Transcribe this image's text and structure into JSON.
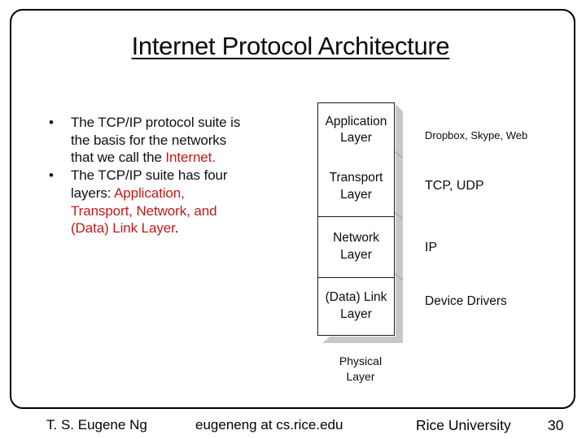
{
  "title": "Internet Protocol Architecture",
  "accent_red": "#c41818",
  "bullet_glyph": "•",
  "bullets": {
    "b1_l1": "The TCP/IP protocol suite is",
    "b1_l2": "the basis for the networks",
    "b1_l3a": "that we call the ",
    "b1_l3b": "Internet.",
    "b2_l1": "The TCP/IP suite has four",
    "b2_l2a": "layers: ",
    "b2_l2b": "Application,",
    "b2_l3": "Transport, Network, and",
    "b2_l4a": "(Data) Link Layer",
    "b2_l4b": "."
  },
  "diagram": {
    "layers": [
      {
        "line1": "Application",
        "line2": "Layer",
        "annotation": "Dropbox, Skype, Web"
      },
      {
        "line1": "Transport",
        "line2": "Layer",
        "annotation": "TCP, UDP"
      },
      {
        "line1": "Network",
        "line2": "Layer",
        "annotation": "IP"
      },
      {
        "line1": "(Data) Link",
        "line2": "Layer",
        "annotation": "Device Drivers"
      }
    ],
    "physical_l1": "Physical",
    "physical_l2": "Layer"
  },
  "footer": {
    "author": "T. S. Eugene Ng",
    "email": "eugeneng at cs.rice.edu",
    "institution": "Rice University",
    "page_number": "30"
  }
}
